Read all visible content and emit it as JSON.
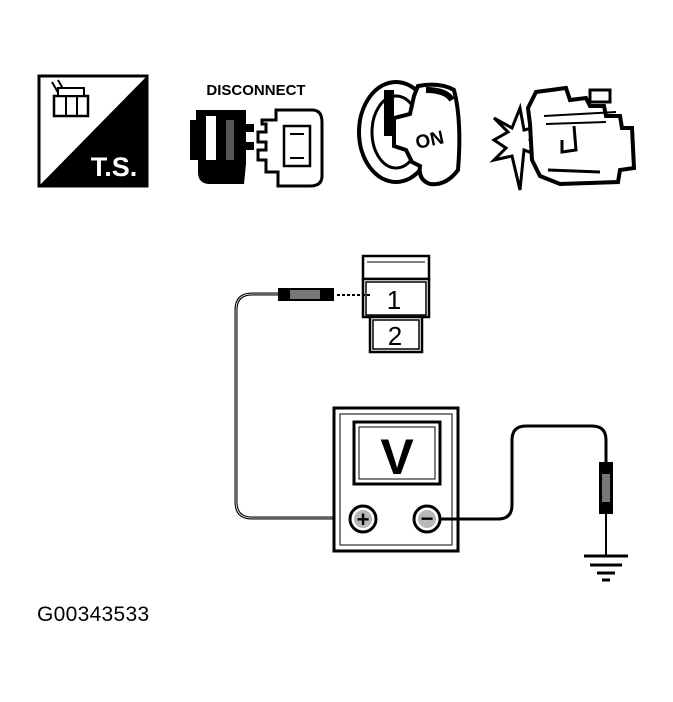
{
  "icons": {
    "ts_label": "T.S.",
    "disconnect_label": "DISCONNECT",
    "key_label": "ON"
  },
  "connector": {
    "pin_top": "1",
    "pin_bottom": "2"
  },
  "meter": {
    "symbol": "V",
    "positive_symbol": "+",
    "negative_symbol": "−"
  },
  "figure_id": "G00343533",
  "colors": {
    "ink": "#000000",
    "paper": "#ffffff",
    "shade": "#b8b8b8"
  }
}
